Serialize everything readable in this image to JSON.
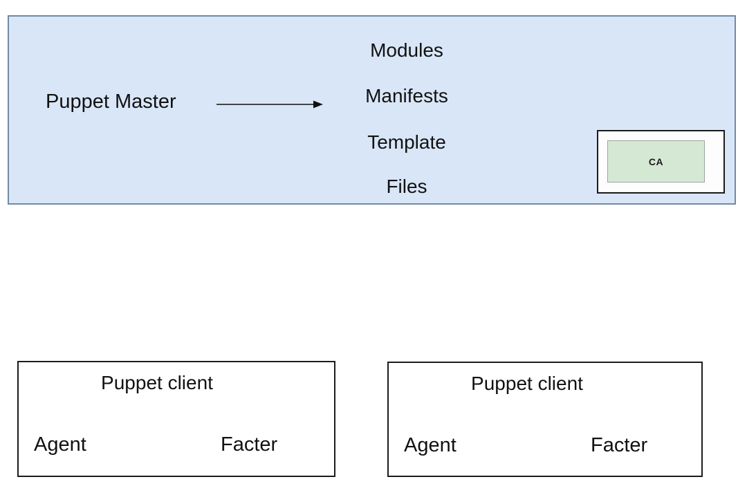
{
  "master": {
    "label": "Puppet Master",
    "services": [
      "Modules",
      "Manifests",
      "Template",
      "Files"
    ],
    "ca_label": "CA",
    "fill_color": "#d9e6f7",
    "border_color": "#7288a6",
    "ca_fill_color": "#d5e8d4"
  },
  "clients": [
    {
      "title": "Puppet client",
      "agent_label": "Agent",
      "facter_label": "Facter"
    },
    {
      "title": "Puppet client",
      "agent_label": "Agent",
      "facter_label": "Facter"
    }
  ]
}
